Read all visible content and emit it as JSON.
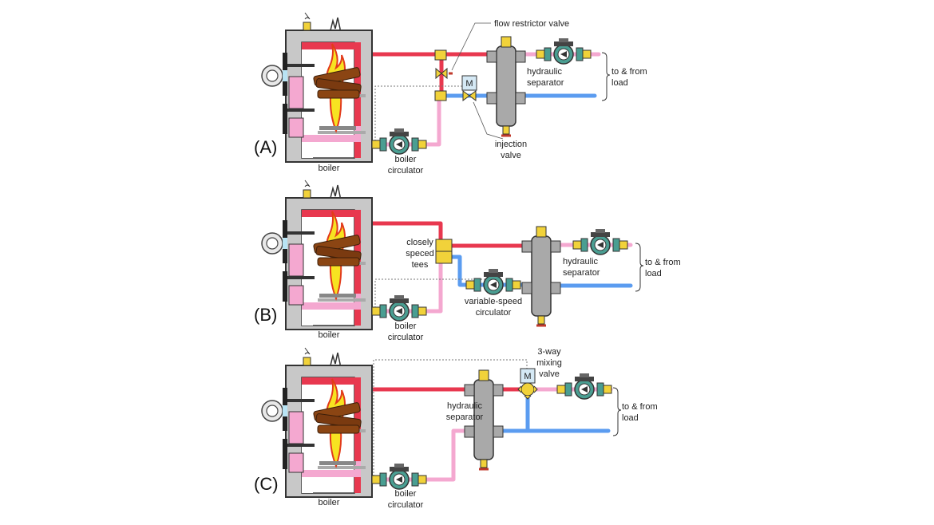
{
  "diagrams": [
    {
      "panel_label": "(A)",
      "boiler_label": "boiler",
      "circulator_label_1": "boiler",
      "circulator_label_2": "circulator",
      "restrictor_label": "flow restrictor valve",
      "separator_label_1": "hydraulic",
      "separator_label_2": "separator",
      "load_label_1": "to & from",
      "load_label_2": "load",
      "injection_label_1": "injection",
      "injection_label_2": "valve",
      "motor_letter": "M"
    },
    {
      "panel_label": "(B)",
      "boiler_label": "boiler",
      "circulator_label_1": "boiler",
      "circulator_label_2": "circulator",
      "tees_label_1": "closely",
      "tees_label_2": "speced",
      "tees_label_3": "tees",
      "separator_label_1": "hydraulic",
      "separator_label_2": "separator",
      "load_label_1": "to & from",
      "load_label_2": "load",
      "vs_label_1": "variable-speed",
      "vs_label_2": "circulator"
    },
    {
      "panel_label": "(C)",
      "boiler_label": "boiler",
      "circulator_label_1": "boiler",
      "circulator_label_2": "circulator",
      "separator_label_1": "hydraulic",
      "separator_label_2": "separator",
      "load_label_1": "to & from",
      "load_label_2": "load",
      "mixing_label_1": "3-way",
      "mixing_label_2": "mixing",
      "mixing_label_3": "valve",
      "motor_letter": "M"
    }
  ],
  "colors": {
    "hot": "#e8384f",
    "cool": "#f4a8d0",
    "cold": "#5b9cf0",
    "boiler_body": "#c8c8c8",
    "brass": "#f1d23a",
    "separator": "#a9a9a9",
    "pump": "#4a9e92",
    "log": "#8b4513",
    "flame": "#f7e321"
  }
}
